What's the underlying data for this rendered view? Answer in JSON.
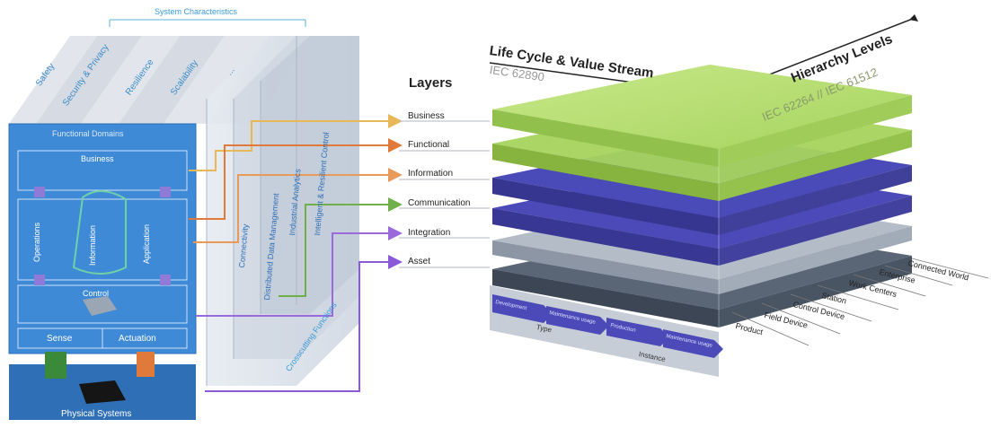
{
  "left": {
    "system_characteristics": "System Characteristics",
    "characteristics": [
      "Safety",
      "Security & Privacy",
      "Resilience",
      "Scalability",
      "..."
    ],
    "functional_domains": "Functional Domains",
    "domains": {
      "business": "Business",
      "operations": "Operations",
      "information": "Information",
      "application": "Application",
      "control": "Control",
      "sense": "Sense",
      "actuation": "Actuation"
    },
    "crosscutting": "Crosscutting Functions",
    "functions": [
      "Connectivity",
      "Distributed Data Management",
      "Industrial Analytics",
      "Intelligent & Resilient Control"
    ],
    "physical_systems": "Physical Systems"
  },
  "layers": {
    "title": "Layers",
    "items": [
      "Business",
      "Functional",
      "Information",
      "Communication",
      "Integration",
      "Asset"
    ]
  },
  "cube": {
    "lifecycle_title": "Life Cycle & Value Stream",
    "lifecycle_standard": "IEC 62890",
    "hierarchy_title": "Hierarchy Levels",
    "hierarchy_standard": "IEC 62264 // IEC 61512",
    "hierarchy_items": [
      "Connected World",
      "Enterprise",
      "Work Centers",
      "Station",
      "Control Device",
      "Field Device",
      "Product"
    ],
    "lifecycle_stages": {
      "type": "Type",
      "instance": "Instance",
      "type_steps": [
        "Development",
        "Maintenance usage"
      ],
      "instance_steps": [
        "Production",
        "Maintenance usage"
      ]
    }
  },
  "colors": {
    "business": "#e8b858",
    "functional": "#e07a3a",
    "information": "#e89a5a",
    "communication": "#6fb04a",
    "integration": "#9a6adc",
    "asset": "#8a5ad8",
    "domain_blue": "#3f8ad6",
    "green_layer": "#a8d468",
    "blue_layer": "#4a4ab8",
    "gray_layer": "#9aa4b4"
  }
}
